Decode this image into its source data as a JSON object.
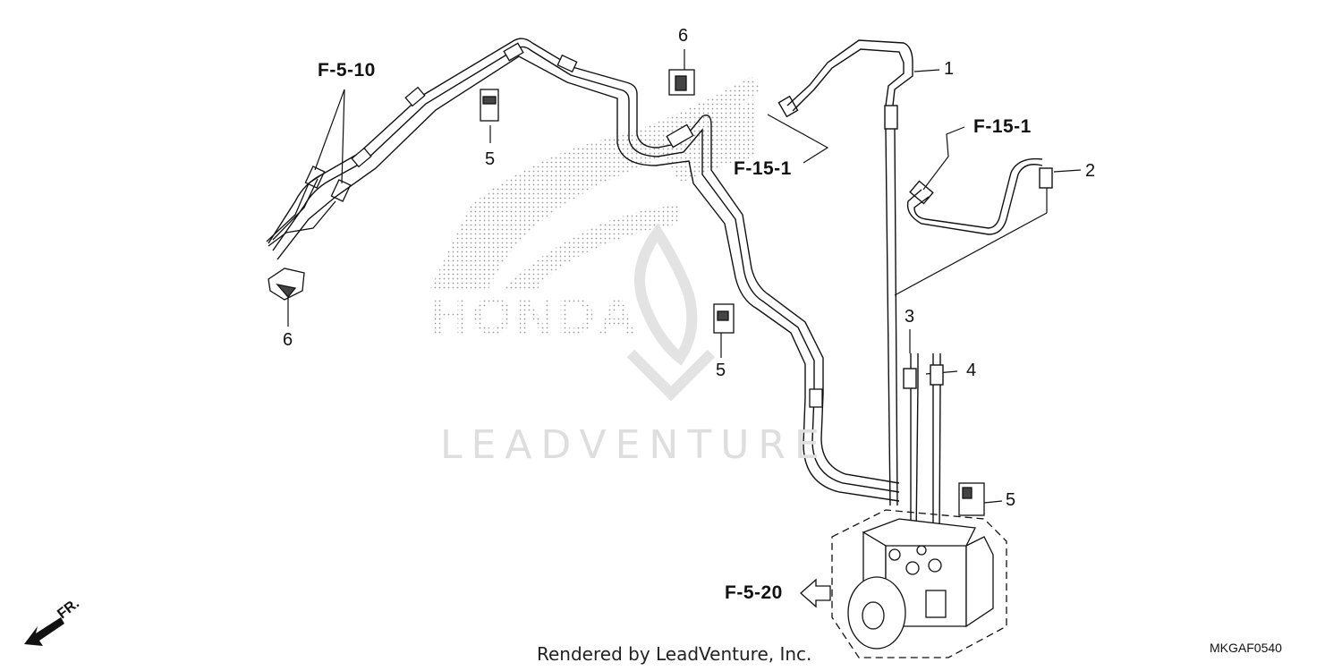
{
  "watermark": {
    "brand": "HONDA",
    "text": "LEADVENTURE"
  },
  "refs": {
    "f5_10": "F-5-10",
    "f15_1_left": "F-15-1",
    "f15_1_right": "F-15-1",
    "f5_20": "F-5-20"
  },
  "callouts": {
    "c1": "1",
    "c2": "2",
    "c3": "3",
    "c4": "4",
    "c5_a": "5",
    "c5_b": "5",
    "c5_c": "5",
    "c6_top": "6",
    "c6_left": "6"
  },
  "front_indicator": "FR.",
  "footer": {
    "rendered_by": "Rendered by LeadVenture, Inc.",
    "diagram_code": "MKGAF0540"
  },
  "colors": {
    "line": "#111111",
    "watermark": "#dedede",
    "honda_dots": "#9a9a9a"
  }
}
